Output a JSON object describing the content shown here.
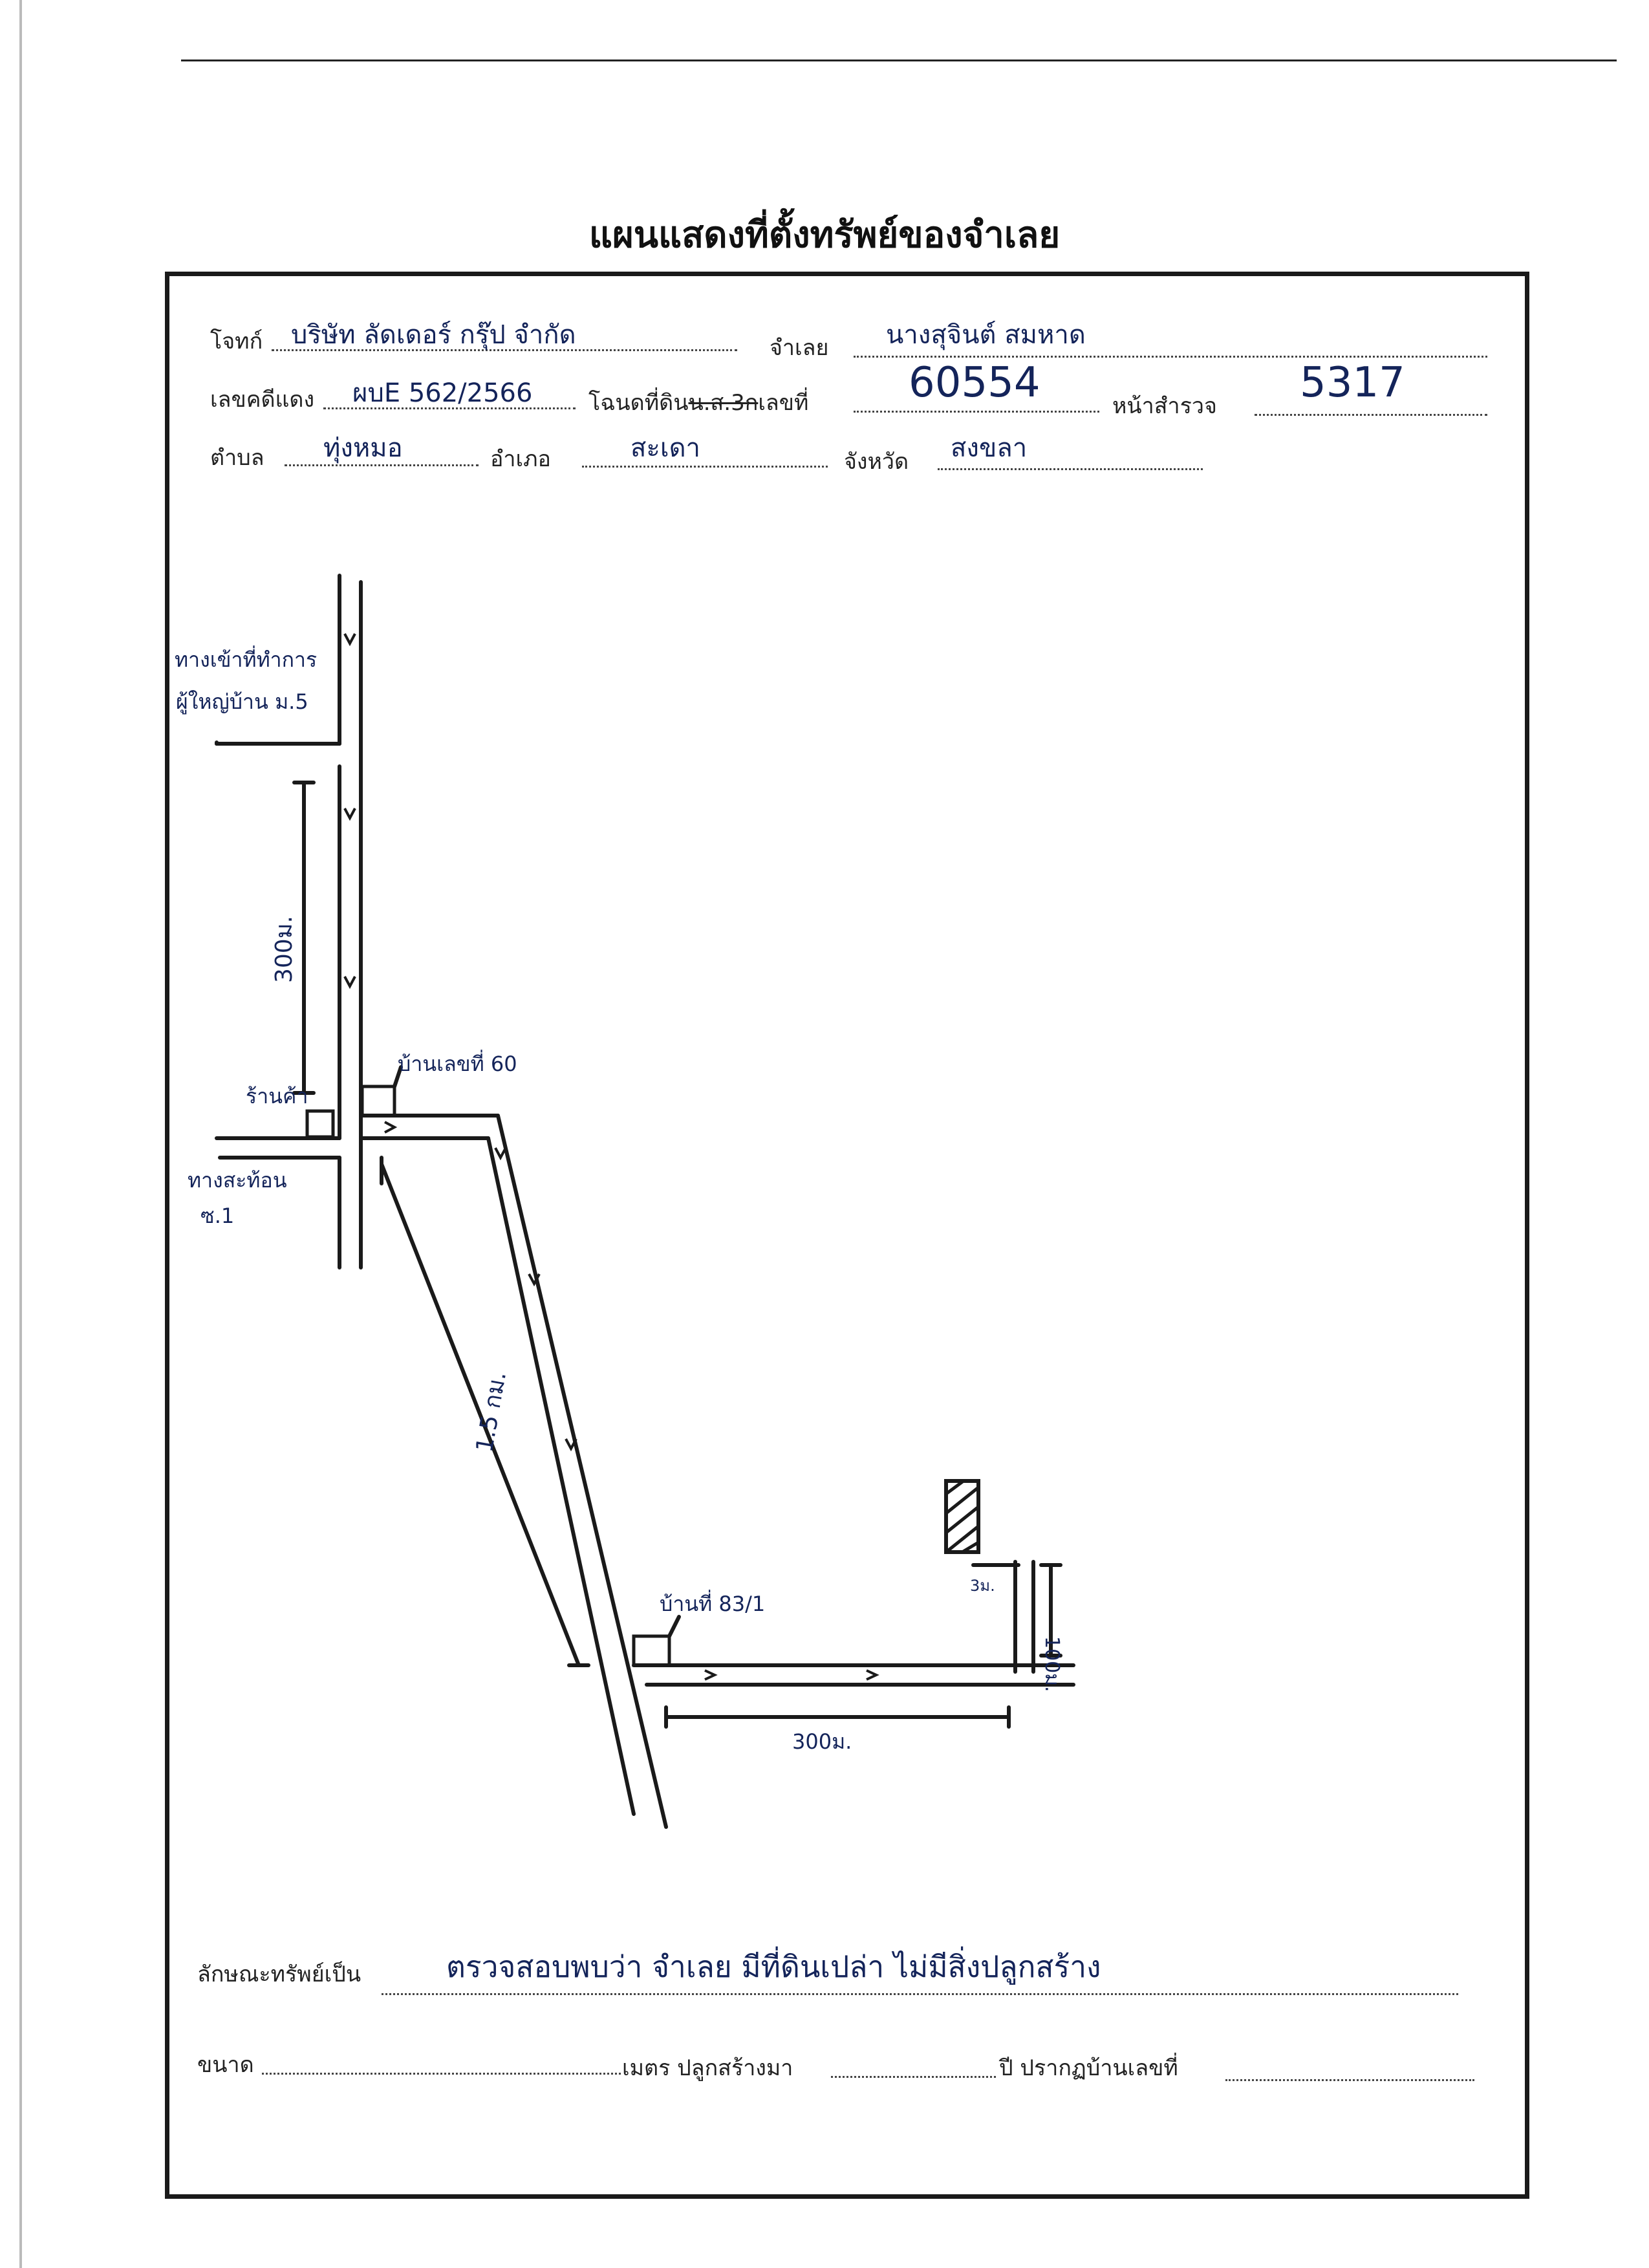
{
  "title": "แผนแสดงที่ตั้งทรัพย์ของจำเลย",
  "header": {
    "plaintiff_label": "โจทก์",
    "plaintiff_value": "บริษัท ลัดเดอร์ กรุ๊ป จำกัด",
    "defendant_label": "จำเลย",
    "defendant_value": "นางสุจินต์ สมหาด",
    "case_no_label": "เลขคดีแดง",
    "case_no_value": "ผบE 562/2566",
    "deed_label_part1": "โฉนดที่ดิน",
    "deed_label_strike": "น.ส.3ก",
    "deed_label_part2": "เลขที่",
    "deed_no_value": "60554",
    "survey_page_label": "หน้าสำรวจ",
    "survey_page_value": "5317",
    "subdistrict_label": "ตำบล",
    "subdistrict_value": "ทุ่งหมอ",
    "district_label": "อำเภอ",
    "district_value": "สะเดา",
    "province_label": "จังหวัด",
    "province_value": "สงขลา"
  },
  "map_labels": {
    "village_office": "ทางเข้าที่ทำการ",
    "village_office_2": "ผู้ใหญ่บ้าน ม.5",
    "dist_300_vertical": "300ม.",
    "house_60": "บ้านเลขที่ 60",
    "shop": "ร้านค้า",
    "junction": "ทางสะท้อน",
    "junction_2": "ซ.1",
    "dist_1_5km": "1.5 กม.",
    "house_83_1": "บ้านที่ 83/1",
    "dist_300_horizontal": "300ม.",
    "dist_100": "100ม.",
    "dist_3": "3ม."
  },
  "footer": {
    "property_label": "ลักษณะทรัพย์เป็น",
    "property_value": "ตรวจสอบพบว่า จำเลย มีที่ดินเปล่า ไม่มีสิ่งปลูกสร้าง",
    "size_label": "ขนาด",
    "meters_label": "เมตร ปลูกสร้างมา",
    "year_label": "ปี ปรากฏบ้านเลขที่"
  },
  "colors": {
    "ink": "#14245a",
    "line": "#1a1a1a"
  }
}
